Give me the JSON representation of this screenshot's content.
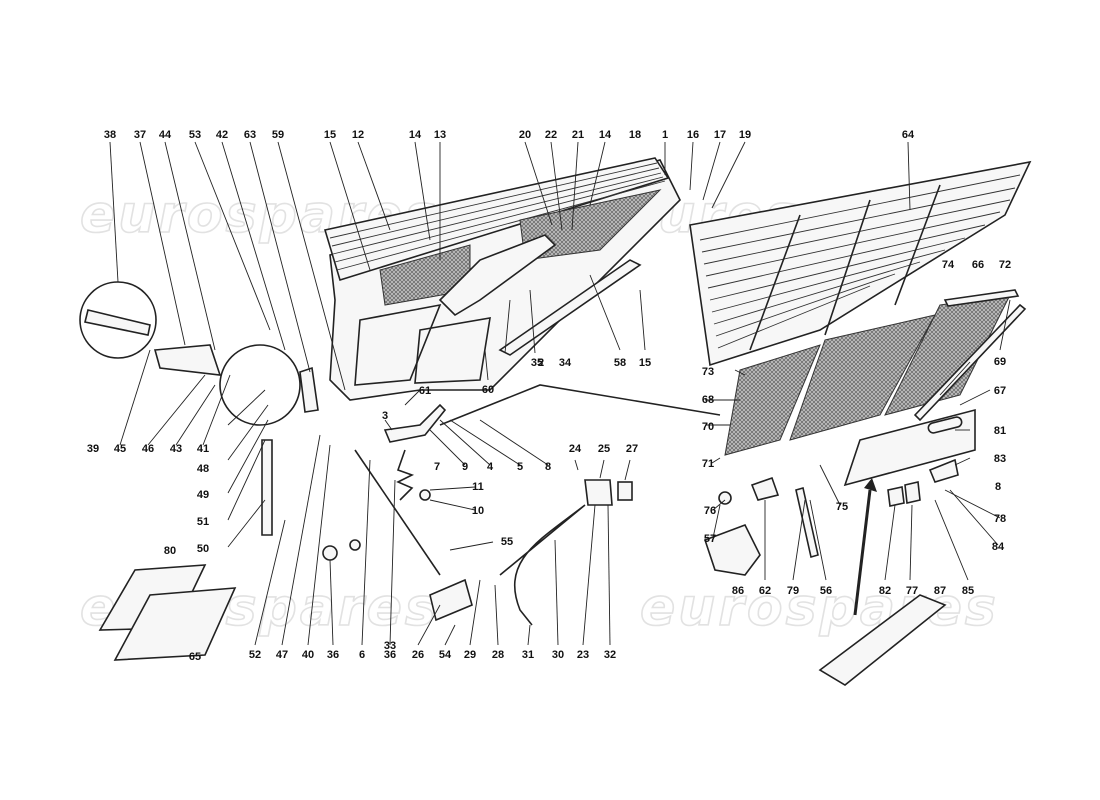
{
  "watermark": {
    "text": "eurospares"
  },
  "labels": {
    "l38": "38",
    "l37": "37",
    "l44": "44",
    "l53": "53",
    "l42": "42",
    "l63": "63",
    "l59": "59",
    "l15a": "15",
    "l12": "12",
    "l14a": "14",
    "l13": "13",
    "l20": "20",
    "l22": "22",
    "l21": "21",
    "l14b": "14",
    "l18": "18",
    "l1": "1",
    "l16": "16",
    "l17": "17",
    "l19": "19",
    "l64": "64",
    "l74": "74",
    "l66": "66",
    "l72": "72",
    "l69": "69",
    "l67": "67",
    "l73": "73",
    "l68": "68",
    "l70": "70",
    "l81": "81",
    "l83": "83",
    "l8b": "8",
    "l78": "78",
    "l84": "84",
    "l85": "85",
    "l71": "71",
    "l75": "75",
    "l76": "76",
    "l57": "57",
    "l86": "86",
    "l62": "62",
    "l79": "79",
    "l56": "56",
    "l82": "82",
    "l77": "77",
    "l87": "87",
    "l35": "35",
    "l34": "34",
    "l58": "58",
    "l15b": "15",
    "l60": "60",
    "l2": "2",
    "l61": "61",
    "l3": "3",
    "l7": "7",
    "l9": "9",
    "l4": "4",
    "l5": "5",
    "l8a": "8",
    "l11": "11",
    "l10": "10",
    "l24": "24",
    "l25": "25",
    "l27": "27",
    "l55": "55",
    "l39": "39",
    "l45": "45",
    "l46": "46",
    "l43": "43",
    "l41": "41",
    "l48": "48",
    "l49": "49",
    "l51": "51",
    "l50": "50",
    "l80": "80",
    "l65": "65",
    "l52": "52",
    "l47": "47",
    "l40": "40",
    "l36a": "36",
    "l6": "6",
    "l36b": "36",
    "l33": "33",
    "l26": "26",
    "l54": "54",
    "l29": "29",
    "l28": "28",
    "l31": "31",
    "l30": "30",
    "l23": "23",
    "l32": "32"
  }
}
